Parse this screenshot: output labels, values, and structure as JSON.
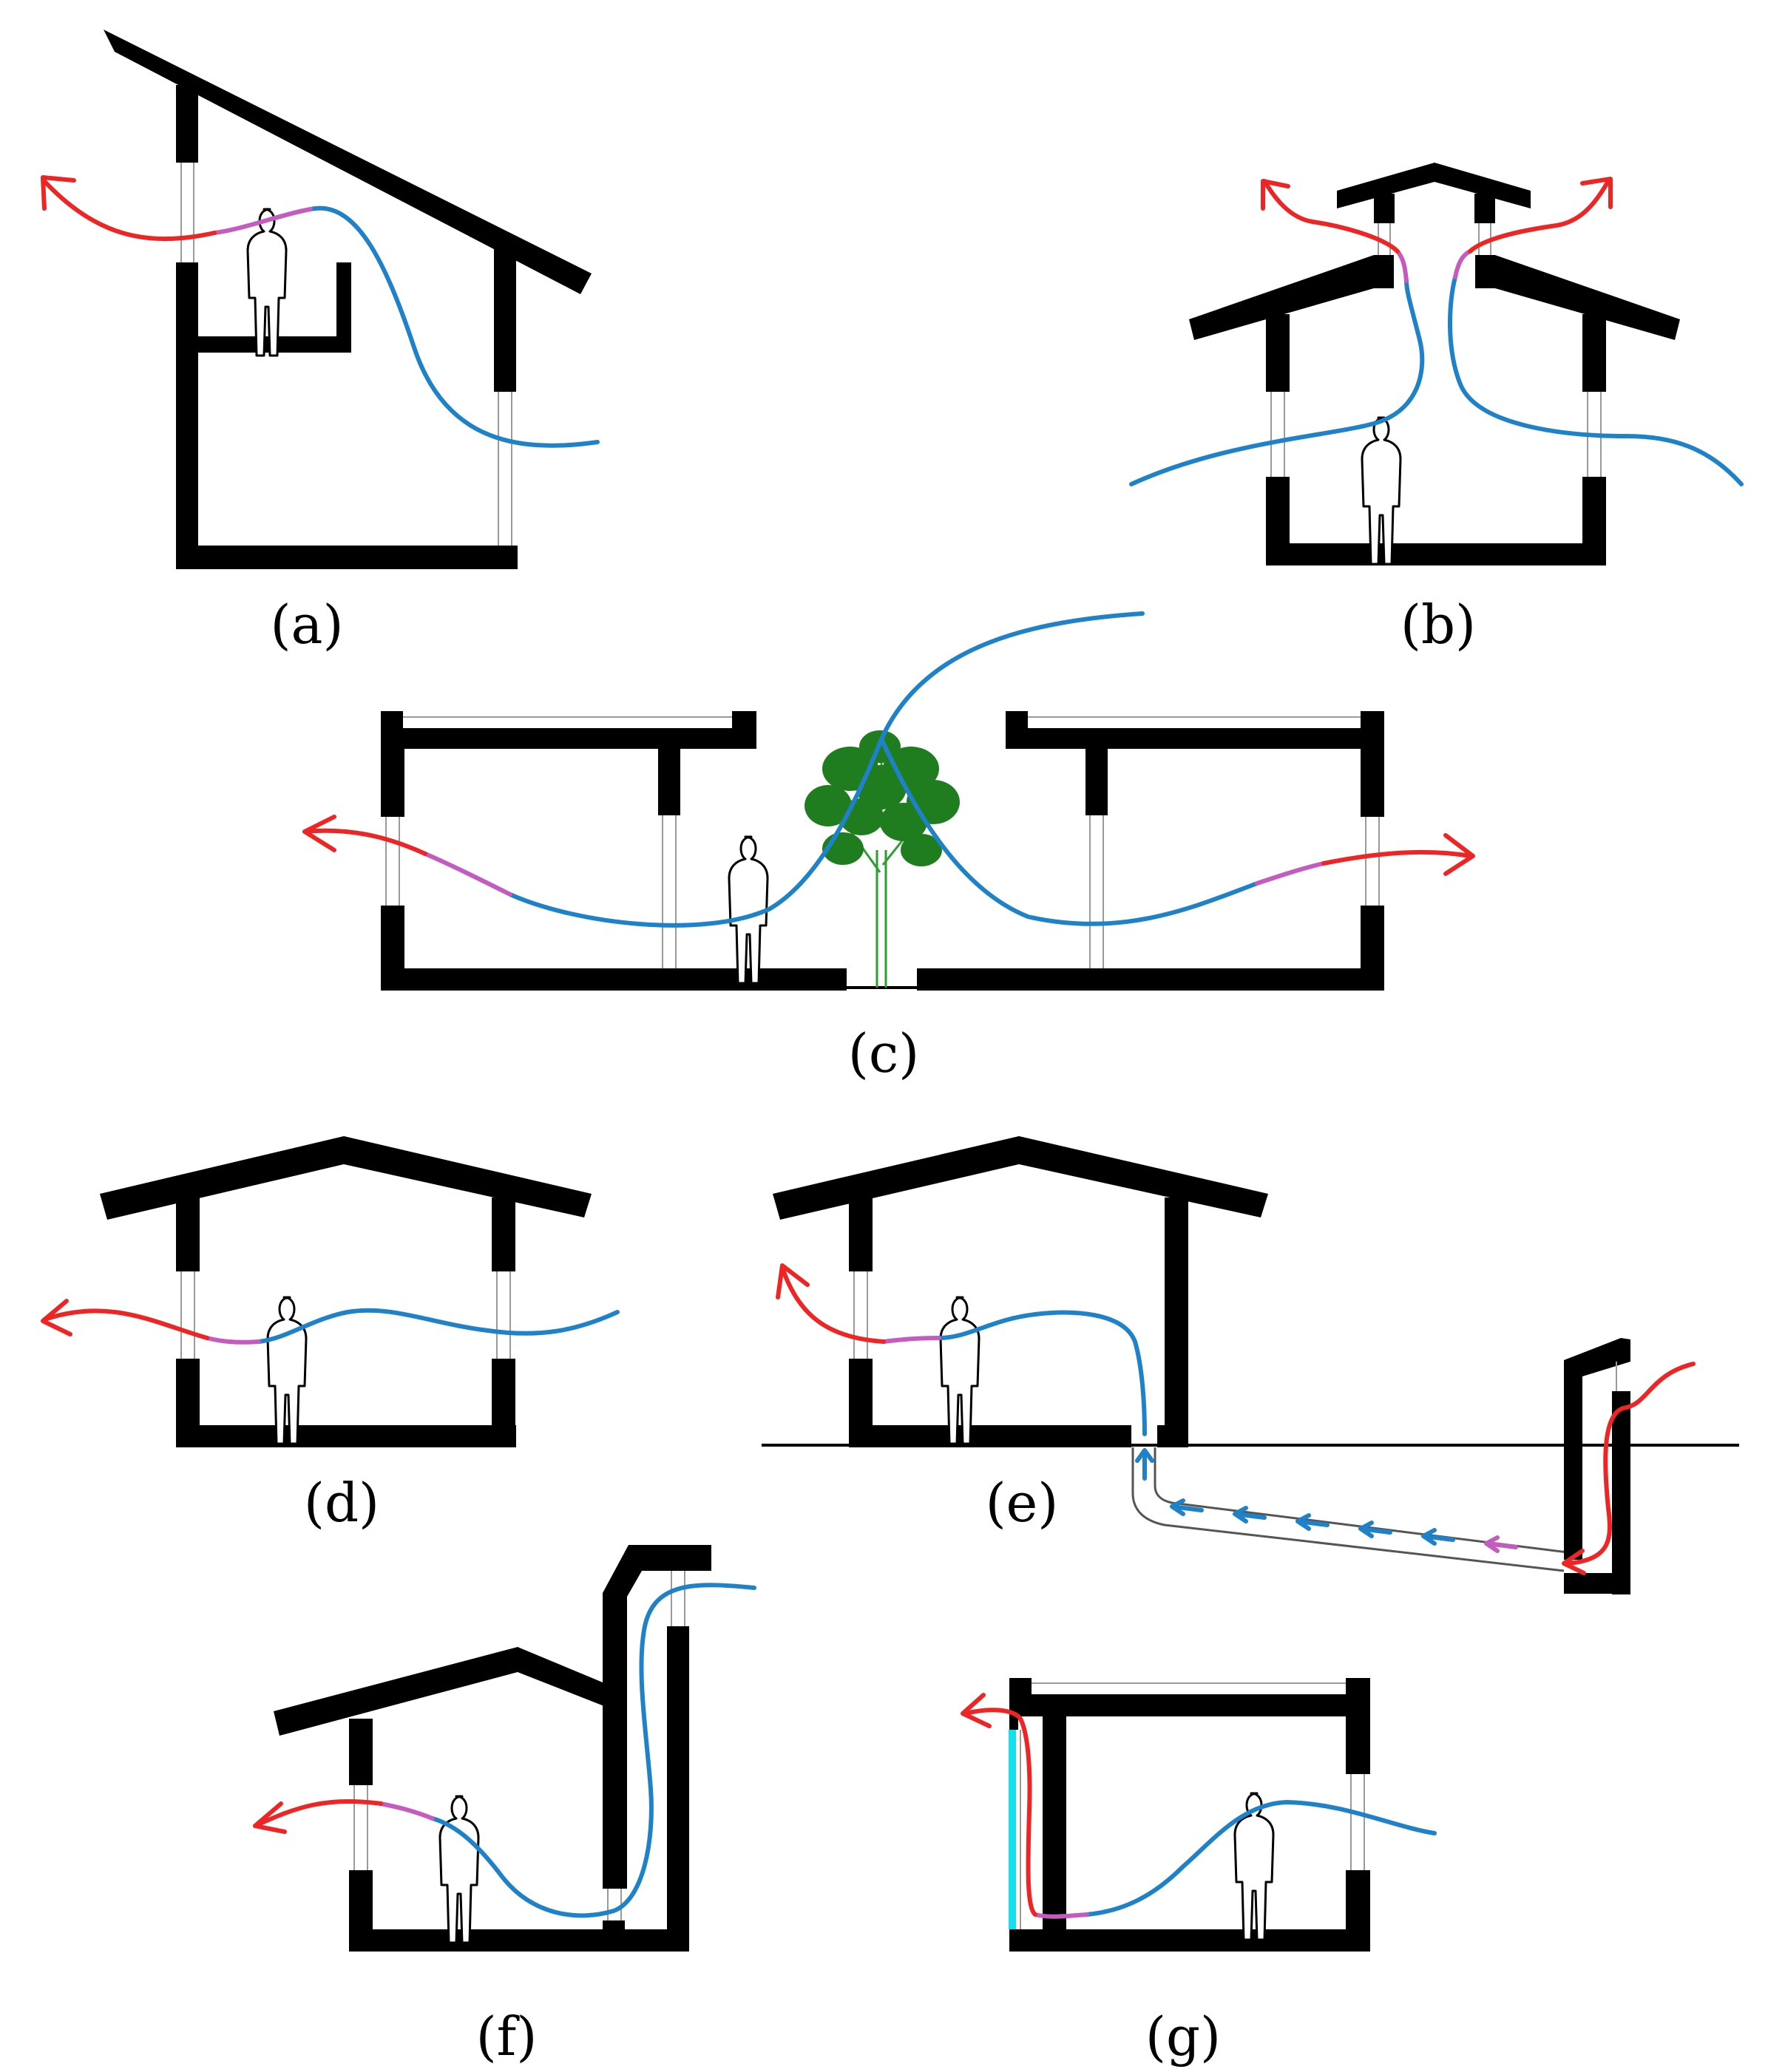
{
  "figure": {
    "captions": {
      "a": "(a)",
      "b": "(b)",
      "c": "(c)",
      "d": "(d)",
      "e": "(e)",
      "f": "(f)",
      "g": "(g)"
    },
    "colors": {
      "fresh_air": "#1f82c8",
      "transition": "#c45cc0",
      "exhaust_air": "#ee2525",
      "structure": "#000000",
      "glazing": "#9a9a9a",
      "vegetation": "#1f7d1f",
      "solar_glazing": "#17e0ee"
    },
    "icons": [
      "person-icon",
      "tree-icon",
      "arrowhead-icon"
    ]
  }
}
